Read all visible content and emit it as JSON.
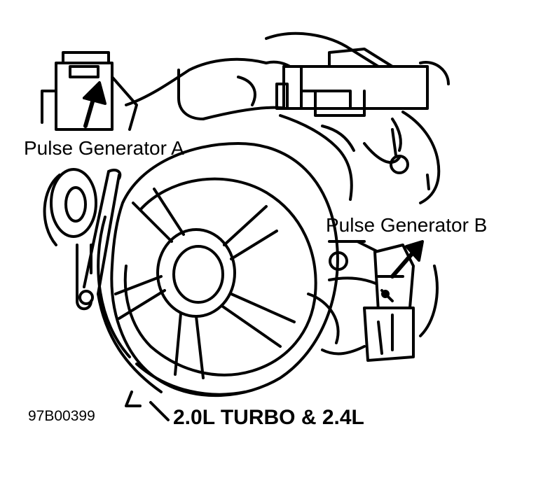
{
  "labels": {
    "pulse_generator_a": "Pulse Generator A",
    "pulse_generator_b": "Pulse Generator B"
  },
  "figure_id": "97B00399",
  "caption": "2.0L TURBO & 2.4L",
  "colors": {
    "ink": "#000000",
    "paper": "#ffffff"
  }
}
